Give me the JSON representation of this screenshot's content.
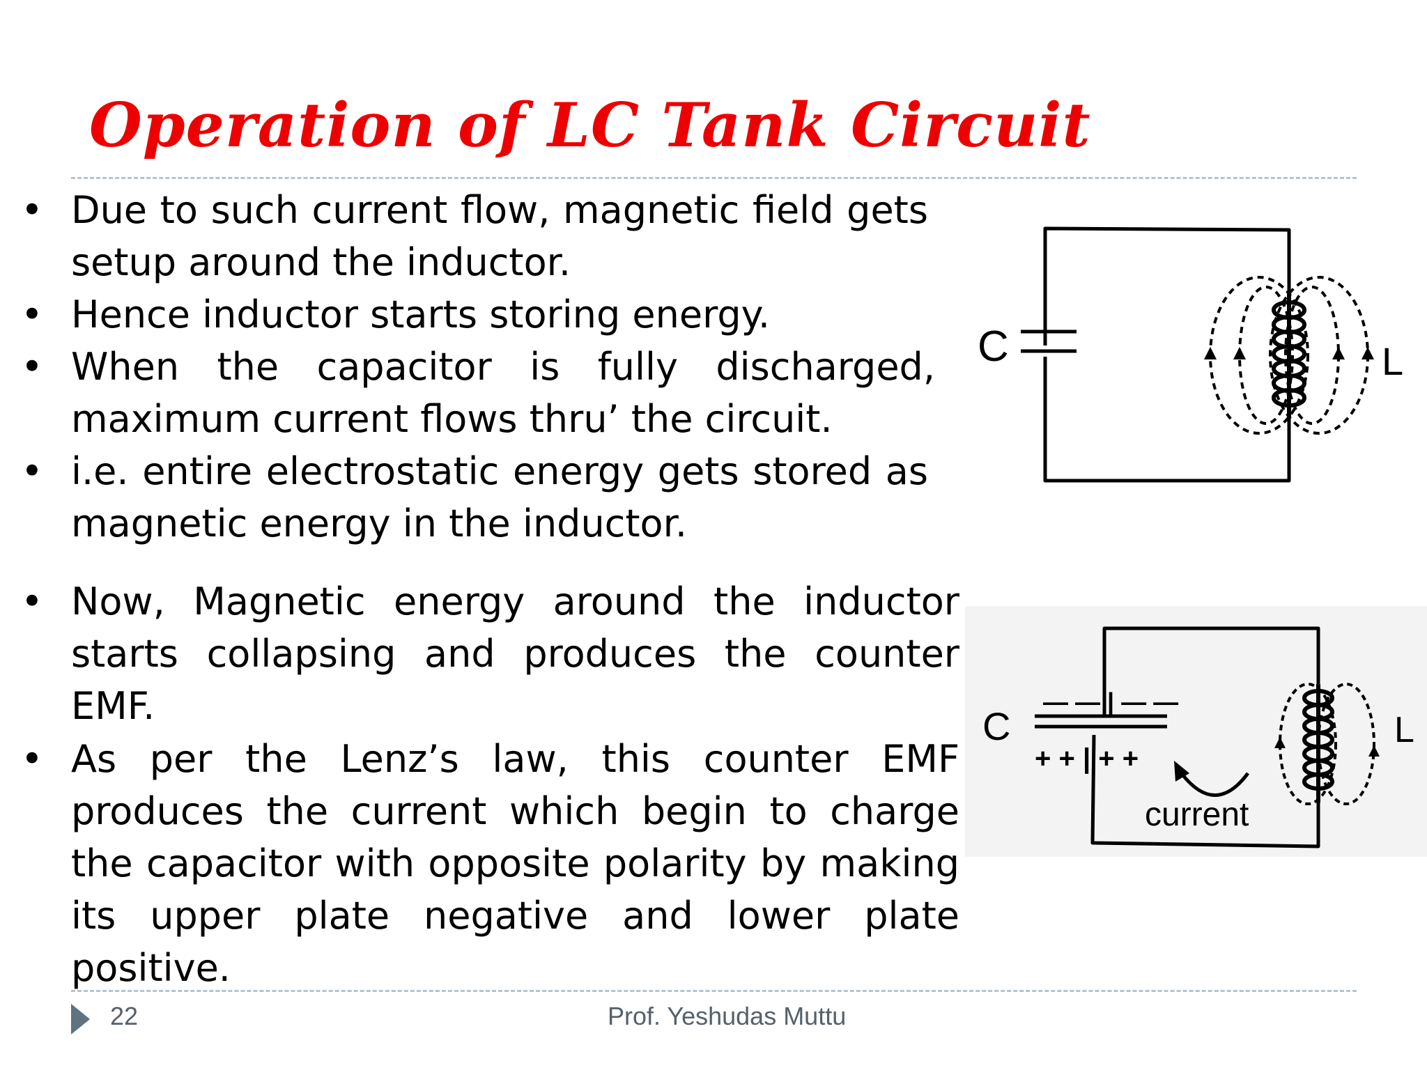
{
  "slide": {
    "title": "Operation of LC Tank Circuit",
    "bullets": [
      "Due to such current flow, magnetic field gets setup around the inductor.",
      "Hence inductor starts storing energy.",
      "When the capacitor is fully discharged, maximum current flows thru’ the circuit.",
      "i.e. entire electrostatic energy gets stored as magnetic energy in the inductor.",
      "Now, Magnetic energy around the inductor starts collapsing and produces the counter EMF.",
      "As per the Lenz’s law, this counter EMF produces the current which begin to charge the capacitor with opposite polarity by making its upper plate negative and lower plate positive."
    ],
    "bullet_symbol": "•"
  },
  "diagram1": {
    "capacitor_label": "C",
    "inductor_label": "L"
  },
  "diagram2": {
    "capacitor_label": "C",
    "inductor_label": "L",
    "upper_plate_charges": "— — | — —",
    "lower_plate_charges": "+ + | + +",
    "current_label": "current"
  },
  "footer": {
    "page_number": "22",
    "author": "Prof. Yeshudas Muttu"
  },
  "colors": {
    "title": "#ee0000",
    "rule": "#b7c3cc",
    "footer_text": "#55606a",
    "footer_arrow": "#5f7380"
  }
}
